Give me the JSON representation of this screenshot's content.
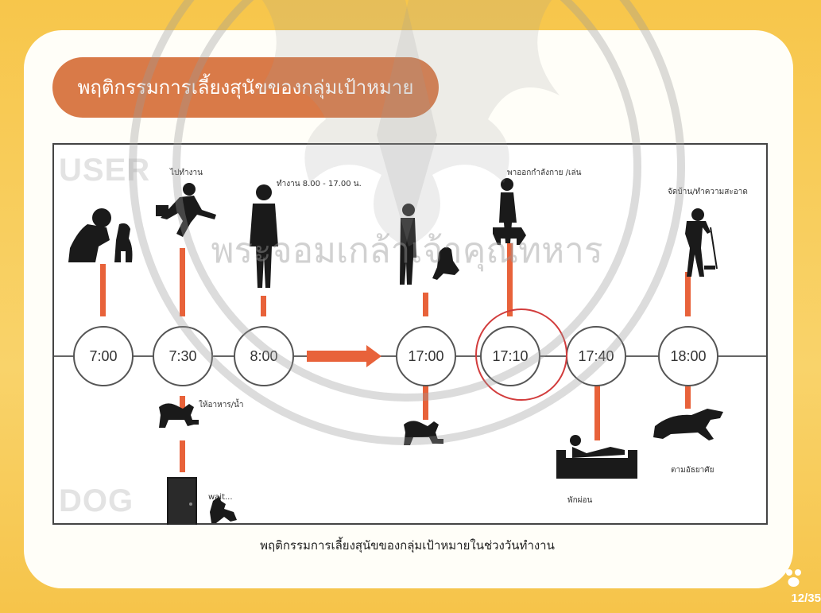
{
  "slide": {
    "title": "พฤติกรรมการเลี้ยงสุนัขของกลุ่มเป้าหมาย",
    "caption": "พฤติกรรมการเลี้ยงสุนัขของกลุ่มเป้าหมายในช่วงวันทำงาน",
    "page": "12/35"
  },
  "diagram": {
    "user_label": "USER",
    "dog_label": "DOG",
    "clocks": [
      "7:00",
      "7:30",
      "8:00",
      "17:00",
      "17:10",
      "17:40",
      "18:00"
    ],
    "notes": {
      "go_work": "ไปทำงาน",
      "work_hours": "ทำงาน 8.00 - 17.00 น.",
      "walk_exercise": "พาออกกำลังกาย /เล่น",
      "clean_house": "จัดบ้าน/ทำความสะอาด",
      "feed_water": "ให้อาหาร/น้ำ",
      "wait": "wait...",
      "rest": "พักผ่อน",
      "free": "ตามอัธยาศัย"
    }
  },
  "watermark": {
    "text": "พระจอมเกล้าเจ้าคุณทหาร"
  },
  "colors": {
    "accent": "#e8623a",
    "title_bg": "#d97a48",
    "background": "#f7c64b"
  }
}
